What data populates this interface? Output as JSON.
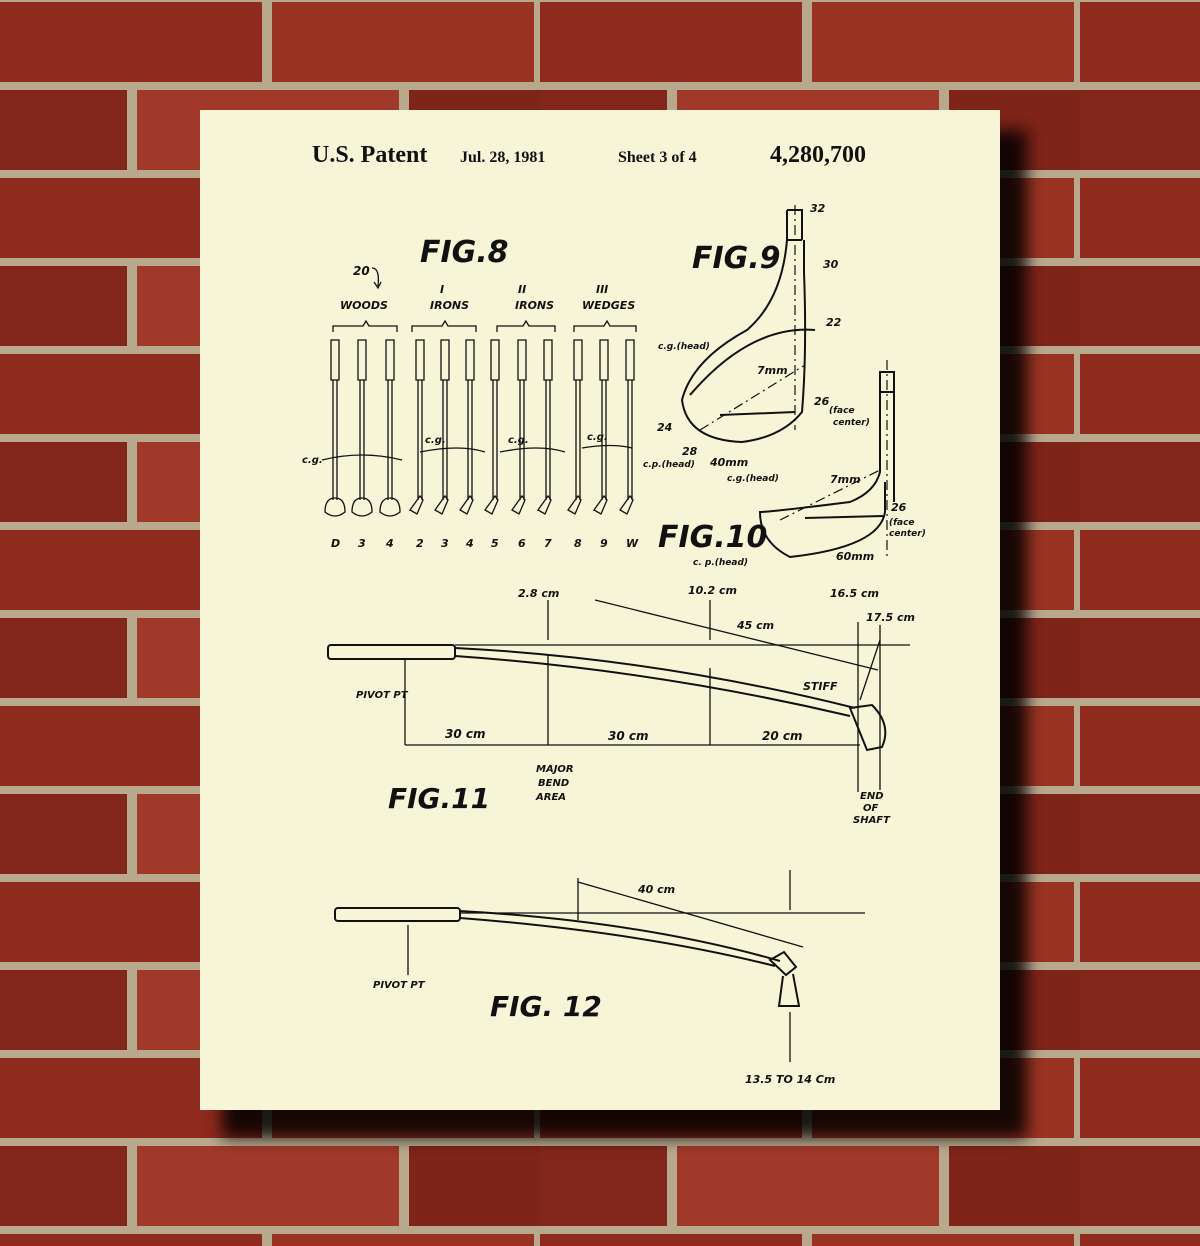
{
  "colors": {
    "brick": "#8e2a1e",
    "mortar": "#b9a98c",
    "paper": "#f7f5d8",
    "ink": "#111111"
  },
  "header": {
    "title": "U.S. Patent",
    "date": "Jul. 28, 1981",
    "sheet": "Sheet 3 of 4",
    "number": "4,280,700"
  },
  "fig8": {
    "title": "FIG.8",
    "ref": "20",
    "groups": [
      {
        "roman": "",
        "label": "WOODS"
      },
      {
        "roman": "I",
        "label": "IRONS"
      },
      {
        "roman": "II",
        "label": "IRONS"
      },
      {
        "roman": "III",
        "label": "WEDGES"
      }
    ],
    "cg_labels": [
      "c.g.",
      "c.g.",
      "c.g.",
      "c.g."
    ],
    "clubs": [
      "D",
      "3",
      "4",
      "2",
      "3",
      "4",
      "5",
      "6",
      "7",
      "8",
      "9",
      "W"
    ]
  },
  "fig9": {
    "title": "FIG.9",
    "refs": [
      "32",
      "30",
      "22",
      "24",
      "28",
      "26"
    ],
    "cg": "c.g.(head)",
    "cp": "c.p.(head)",
    "dim1": "7mm",
    "dim2": "40mm",
    "face": "(face",
    "face2": "center)"
  },
  "fig10": {
    "title": "FIG.10",
    "ref": "26",
    "cg": "c.g.(head)",
    "cp": "c. p.(head)",
    "dim1": "7mm",
    "dim2": "60mm",
    "face": "(face",
    "face2": "center)"
  },
  "fig11": {
    "title": "FIG.11",
    "top_dims": [
      "2.8 cm",
      "10.2 cm",
      "16.5 cm",
      "17.5 cm"
    ],
    "span": "45 cm",
    "stiff": "STIFF",
    "pivot": "PIVOT PT",
    "bottom_dims": [
      "30 cm",
      "30 cm",
      "20 cm"
    ],
    "bend": [
      "MAJOR",
      "BEND",
      "AREA"
    ],
    "end": [
      "END",
      "OF",
      "SHAFT"
    ]
  },
  "fig12": {
    "title": "FIG. 12",
    "span": "40 cm",
    "pivot": "PIVOT PT",
    "bottom": "13.5 TO 14 Cm"
  }
}
